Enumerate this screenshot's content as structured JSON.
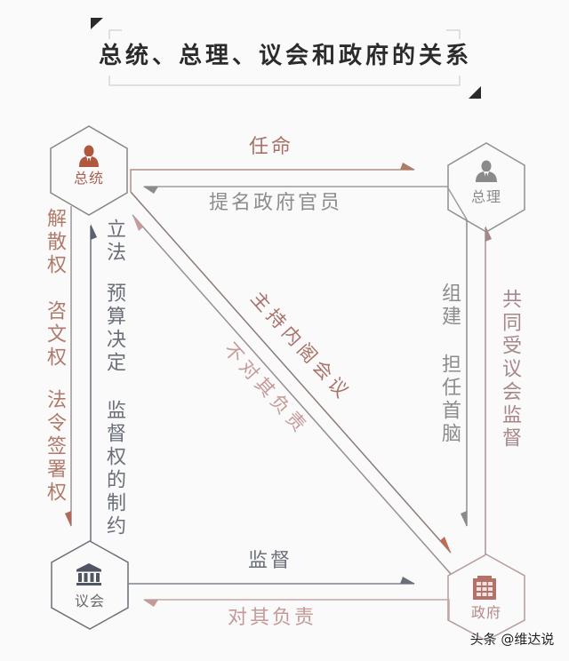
{
  "title": "总统、总理、议会和政府的关系",
  "nodes": {
    "president": {
      "label": "总统",
      "icon": "person-icon",
      "color": "#b0583f"
    },
    "premier": {
      "label": "总理",
      "icon": "person-icon",
      "color": "#8a8a8a"
    },
    "parliament": {
      "label": "议会",
      "icon": "parliament-building-icon",
      "color": "#4f5562"
    },
    "government": {
      "label": "政府",
      "icon": "office-building-icon",
      "color": "#b5706a"
    }
  },
  "relations": {
    "president_to_premier": {
      "label": "任命"
    },
    "premier_to_president": {
      "label": "提名政府官员"
    },
    "president_to_parliament": {
      "labels": [
        "解散权",
        "咨文权",
        "法令签署权"
      ]
    },
    "parliament_to_president": {
      "labels": [
        "立法",
        "预算决定",
        "监督权的制约"
      ]
    },
    "president_to_government": {
      "label": "主持内阁会议"
    },
    "government_to_president": {
      "label": "不对其负责"
    },
    "premier_to_government": {
      "labels": [
        "组建",
        "担任首脑"
      ]
    },
    "government_to_premier": {
      "label": "共同受议会监督"
    },
    "parliament_to_government": {
      "label": "监督"
    },
    "government_to_parliament": {
      "label": "对其负责"
    }
  },
  "colors": {
    "brown": "#a8726a",
    "gray": "#8c8c8c",
    "slate": "#6a6f7a",
    "mauve": "#a8878a",
    "pink": "#c49a98",
    "background": "#fafafa"
  },
  "watermark": "头条 @维达说"
}
